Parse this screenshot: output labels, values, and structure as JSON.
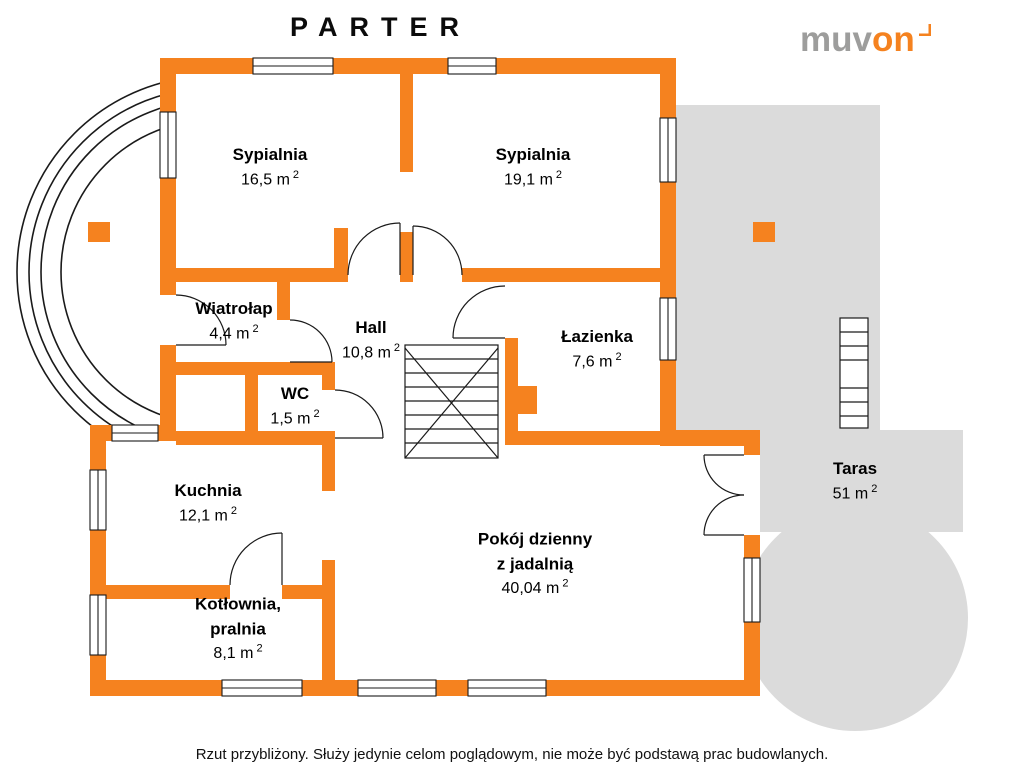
{
  "page": {
    "title": "PARTER",
    "disclaimer": "Rzut przybliżony. Służy jedynie celom poglądowym, nie może być podstawą prac budowlanych."
  },
  "logo": {
    "text_gray": "muv",
    "text_orange": "on"
  },
  "colors": {
    "wall": "#F5821F",
    "terrace": "#DBDBDB",
    "line": "#1A1A1A",
    "logo_gray": "#9D9D9C",
    "logo_orange": "#F5821F"
  },
  "rooms": [
    {
      "id": "sypialnia-1",
      "name": "Sypialnia",
      "area": "16,5 m",
      "area_sup": "2"
    },
    {
      "id": "sypialnia-2",
      "name": "Sypialnia",
      "area": "19,1 m",
      "area_sup": "2"
    },
    {
      "id": "wiatrolap",
      "name": "Wiatrołap",
      "area": "4,4 m",
      "area_sup": "2"
    },
    {
      "id": "hall",
      "name": "Hall",
      "area": "10,8 m",
      "area_sup": "2"
    },
    {
      "id": "lazienka",
      "name": "Łazienka",
      "area": "7,6 m",
      "area_sup": "2"
    },
    {
      "id": "wc",
      "name": "WC",
      "area": "1,5 m",
      "area_sup": "2"
    },
    {
      "id": "kuchnia",
      "name": "Kuchnia",
      "area": "12,1 m",
      "area_sup": "2"
    },
    {
      "id": "pokoj-dzienny",
      "name": "Pokój dzienny\nz jadalnią",
      "area": "40,04 m",
      "area_sup": "2"
    },
    {
      "id": "kotlownia",
      "name": "Kotłownia,\npralnia",
      "area": "8,1 m",
      "area_sup": "2"
    },
    {
      "id": "taras",
      "name": "Taras",
      "area": "51 m",
      "area_sup": "2"
    }
  ]
}
